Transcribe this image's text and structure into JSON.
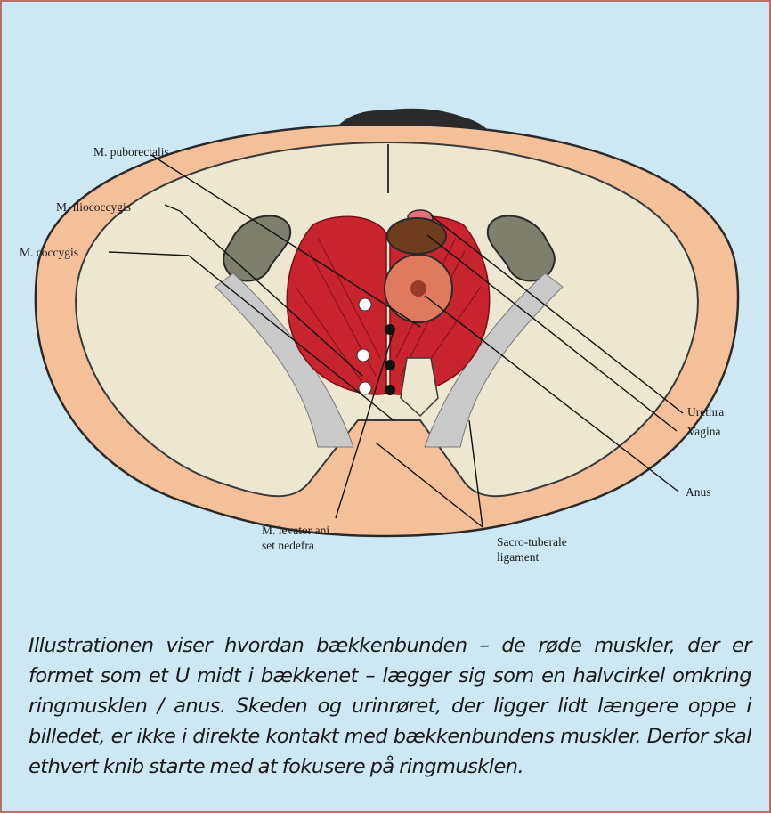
{
  "labels": {
    "puborectalis": "M. puborectalis",
    "iliococcygis": "M. iliococcygis",
    "coccygis": "M. coccygis",
    "urethra": "Urethra",
    "vagina": "Vagina",
    "anus": "Anus",
    "levator_line1": "M. levator ani",
    "levator_line2": "set nedefra",
    "sacro_line1": "Sacro-tuberale",
    "sacro_line2": "ligament"
  },
  "caption": "Illustrationen viser hvordan bækkenbunden – de røde muskler, der er formet som et U midt i bækkenet – lægger sig som en halvcirkel omkring ringmusklen / anus. Skeden og urinrøret, der ligger lidt længere oppe i billedet, er ikke i direkte kontakt med bækkenbundens muskler. Derfor skal ethvert knib starte med at fokusere på ringmusklen.",
  "colors": {
    "background": "#cde7f3",
    "border": "#b5726a",
    "skin": "#f2b98a",
    "bone": "#ece6cf",
    "muscle": "#c8242e"
  }
}
